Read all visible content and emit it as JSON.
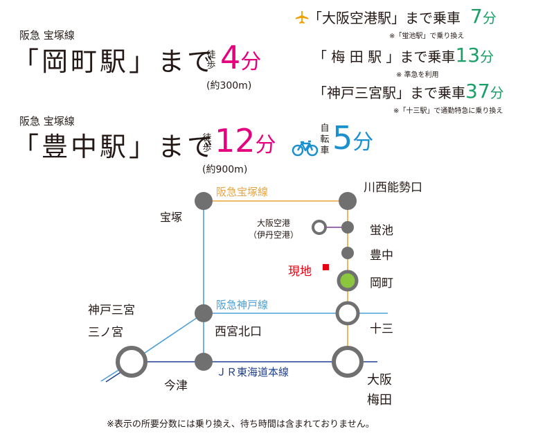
{
  "access": [
    {
      "line": "阪急 宝塚線",
      "station": "「岡町駅」まで",
      "mode": "徒歩",
      "minutes": "4",
      "unit": "分",
      "distance": "(約300m)"
    },
    {
      "line": "阪急 宝塚線",
      "station": "「豊中駅」まで",
      "mode": "徒歩",
      "minutes": "12",
      "unit": "分",
      "distance": "(約900m)",
      "bike_mode": "自転車",
      "bike_minutes": "5",
      "bike_unit": "分"
    }
  ],
  "destinations": [
    {
      "label": "「大阪空港駅」まで乗車",
      "minutes": "7",
      "unit": "分",
      "note": "※「蛍池駅」で乗り換え",
      "icon": "airplane-icon"
    },
    {
      "label": "「 梅 田 駅 」まで乗車",
      "minutes": "13",
      "unit": "分",
      "note": "※ 準急を利用"
    },
    {
      "label": "「神戸三宮駅」まで乗車",
      "minutes": "37",
      "unit": "分",
      "note": "※「十三駅」で通勤特急に乗り換え"
    }
  ],
  "map": {
    "lines": {
      "takarazuka": "阪急宝塚線",
      "kobe": "阪急神戸線",
      "jr": "ＪＲ東海道本線"
    },
    "stations": {
      "takarazuka": "宝塚",
      "kawanishi": "川西能勢口",
      "hotarugaike": "蛍池",
      "toyonaka": "豊中",
      "okamachi": "岡町",
      "juso": "十三",
      "nishinomiya": "西宮北口",
      "kobe1": "神戸三宮",
      "kobe2": "三ノ宮",
      "imazu": "今津",
      "osaka1": "大阪",
      "osaka2": "梅田",
      "airport1": "大阪空港",
      "airport2": "（伊丹空港）"
    },
    "site": "現地"
  },
  "footnote": "※表示の所要分数には乗り換え、待ち時間は含まれておりません。",
  "colors": {
    "magenta": "#e4007f",
    "green": "#1aa067",
    "blue": "#1a90d0",
    "takarazuka_line": "#e8a33c",
    "kobe_line": "#4d9ed6",
    "jr_line": "#1f3f8f",
    "monorail_line": "#7d3a96",
    "station_gray": "#717071",
    "current_station": "#8cc63f",
    "site_marker": "#e60012",
    "airplane": "#f0a000"
  }
}
